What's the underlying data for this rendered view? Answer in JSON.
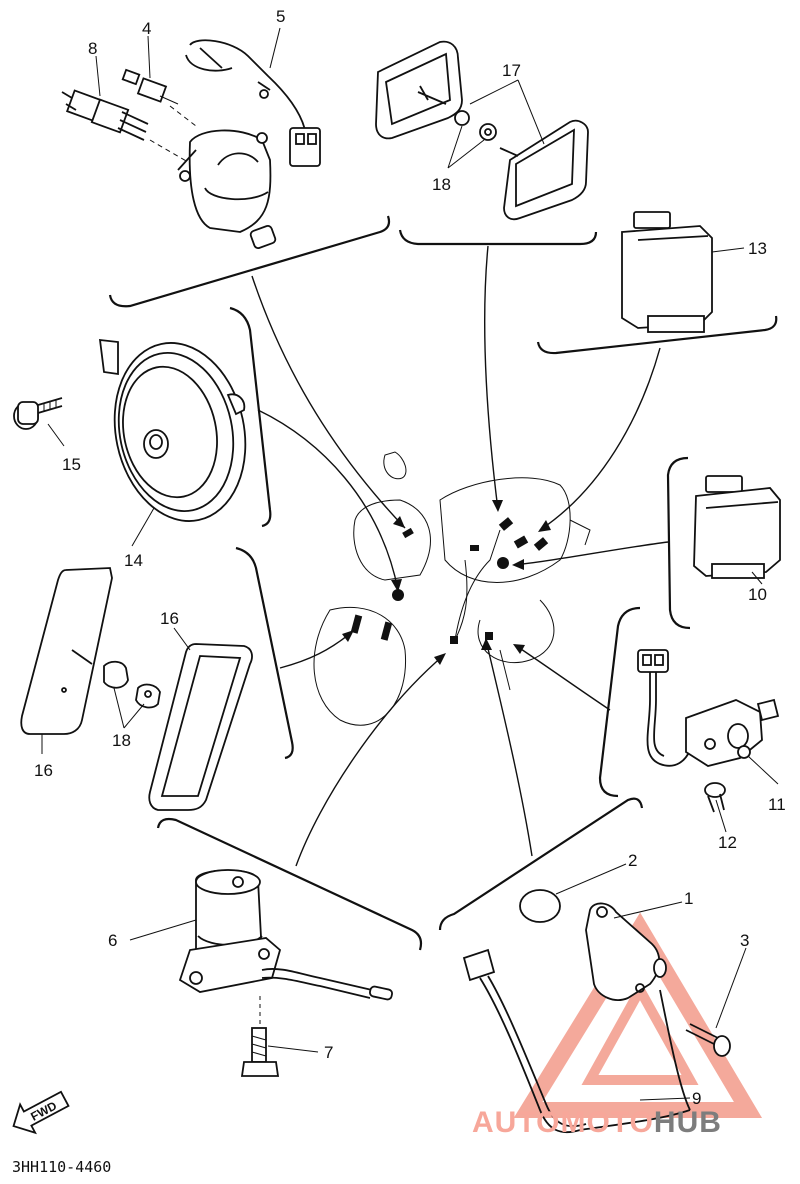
{
  "diagram": {
    "reference_code": "3HH110-4460",
    "fwd_label": "FWD",
    "watermark": {
      "part1": "AUTOMOTO",
      "part2": "HUB",
      "color_main": "#f7a79a",
      "color_secondary": "#7d7d7d"
    },
    "callouts": {
      "c1": "1",
      "c2": "2",
      "c3": "3",
      "c4": "4",
      "c5": "5",
      "c6": "6",
      "c7": "7",
      "c8": "8",
      "c9": "9",
      "c10": "10",
      "c11": "11",
      "c12": "12",
      "c13": "13",
      "c14": "14",
      "c15": "15",
      "c16a": "16",
      "c16b": "16",
      "c17": "17",
      "c18a": "18",
      "c18b": "18"
    }
  }
}
